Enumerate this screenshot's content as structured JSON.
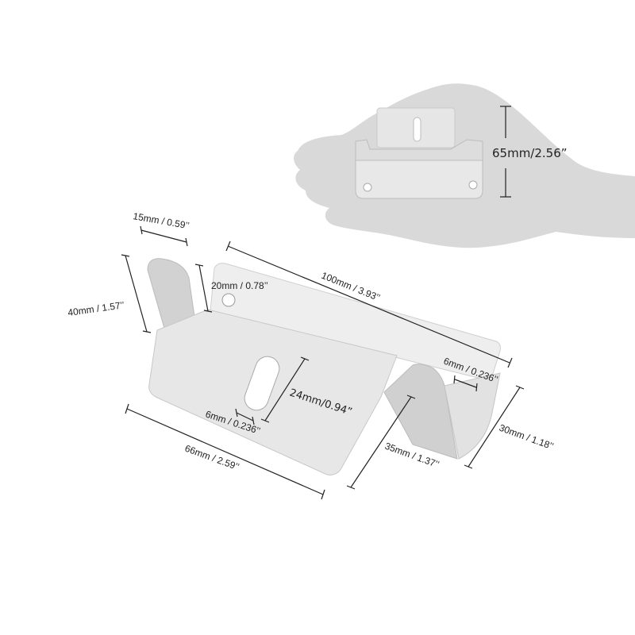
{
  "hand_reference": {
    "label": "65mm/2.56”",
    "description": "bracket held in hand silhouette for scale"
  },
  "dimensions": {
    "tab_width": "15mm / 0.59’’",
    "tab_height": "40mm / 1.57’’",
    "hole_offset": "20mm / 0.78’’",
    "length": "100mm / 3.93’’",
    "hole_diameter": "6mm / 0.236’’",
    "slot_length": "24mm/0.94”",
    "slot_width": "6mm / 0.236’’",
    "base_width": "66mm / 2.59’’",
    "flange_depth": "35mm / 1.37’’",
    "flange_height": "30mm / 1.18’’"
  },
  "colors": {
    "hand": "#d9d9d9",
    "metal_light": "#eeeeee",
    "metal_mid": "#d4d4d4",
    "metal_dark": "#b8b8b8",
    "line": "#222222"
  }
}
